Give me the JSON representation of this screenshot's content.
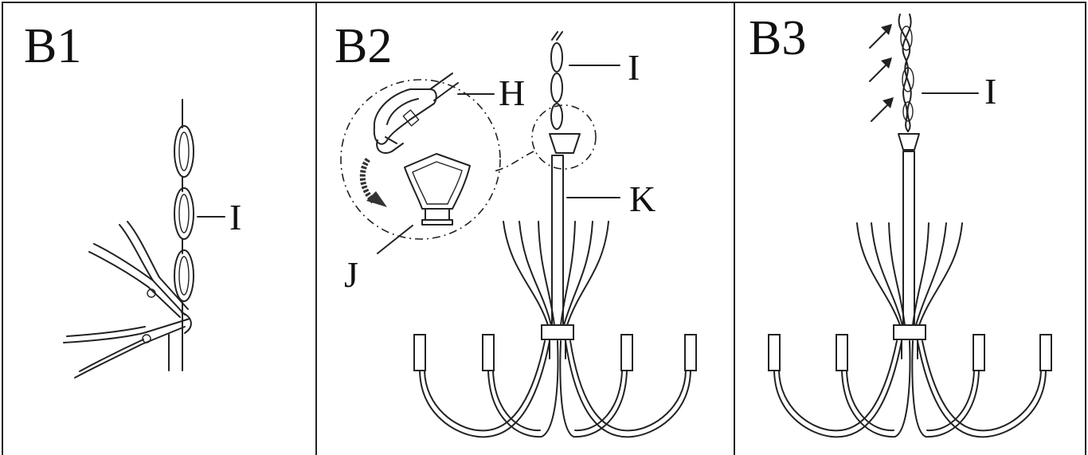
{
  "panels": [
    {
      "step": "B1",
      "parts": [
        "I"
      ]
    },
    {
      "step": "B2",
      "parts": [
        "I",
        "H",
        "K",
        "J"
      ]
    },
    {
      "step": "B3",
      "parts": [
        "I"
      ]
    }
  ]
}
